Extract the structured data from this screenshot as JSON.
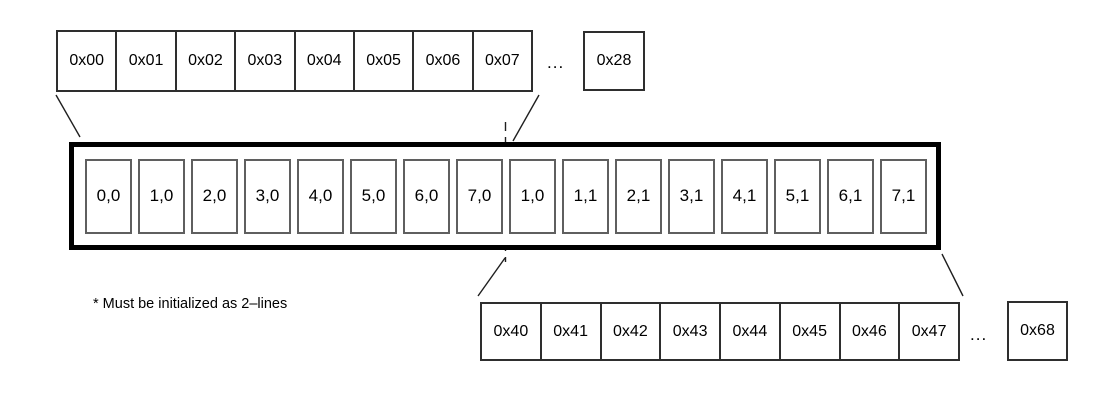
{
  "colors": {
    "frame_border": "#000000",
    "row_border": "#2e2e2e",
    "cell_border": "#5f5f5f",
    "line_color": "#1f1f1f",
    "text_color": "#000000",
    "background": "#ffffff"
  },
  "top_memory_row": {
    "cells": [
      "0x00",
      "0x01",
      "0x02",
      "0x03",
      "0x04",
      "0x05",
      "0x06",
      "0x07"
    ],
    "ellipsis": "...",
    "last_cell": "0x28"
  },
  "cache_line_box": {
    "cells": [
      "0,0",
      "1,0",
      "2,0",
      "3,0",
      "4,0",
      "5,0",
      "6,0",
      "7,0",
      "1,0",
      "1,1",
      "2,1",
      "3,1",
      "4,1",
      "5,1",
      "6,1",
      "7,1"
    ]
  },
  "bottom_memory_row": {
    "cells": [
      "0x40",
      "0x41",
      "0x42",
      "0x43",
      "0x44",
      "0x45",
      "0x46",
      "0x47"
    ],
    "ellipsis": "...",
    "last_cell": "0x68"
  },
  "note": {
    "text": "* Must be initialized as 2–lines"
  }
}
